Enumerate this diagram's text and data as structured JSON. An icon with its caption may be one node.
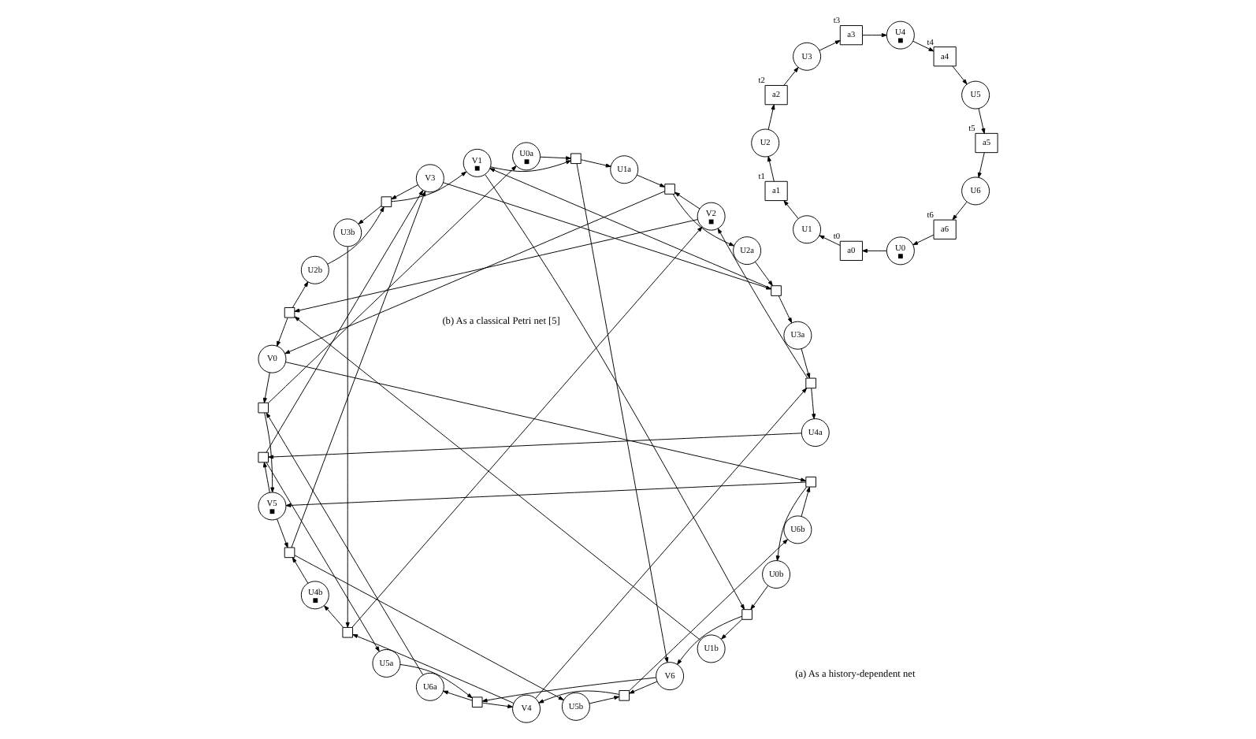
{
  "diagram": {
    "nodes": [
      {
        "text": [
          "U6"
        ]
      },
      {
        "text": [
          "a6"
        ],
        "beside": [
          "t6"
        ]
      },
      {
        "text": [
          "U0"
        ]
      },
      {
        "text": [
          "a5"
        ],
        "beside": [
          "t5"
        ]
      },
      {
        "text": [
          "a0"
        ],
        "beside": [
          "t0"
        ]
      },
      {
        "text": [
          "U5"
        ]
      },
      {
        "text": [
          "U1"
        ]
      },
      {
        "text": [
          "a4"
        ],
        "beside": [
          "t4"
        ]
      },
      {
        "text": [
          "a1"
        ],
        "beside": [
          "t1"
        ]
      },
      {
        "text": [
          "U4"
        ]
      },
      {
        "text": [
          "U2"
        ]
      },
      {
        "text": [
          "a3"
        ],
        "beside": [
          "t3"
        ]
      },
      {
        "text": [
          "U3"
        ]
      },
      {
        "text": [
          "a2"
        ],
        "beside": [
          "t2"
        ]
      },
      {
        "text": [],
        "shape": "box"
      },
      {
        "text": [
          "U6b"
        ]
      },
      {
        "text": [
          "U0b"
        ]
      },
      {
        "text": [
          "V6"
        ]
      },
      {
        "text": [],
        "shape": "box"
      },
      {
        "text": [],
        "shape": "box"
      },
      {
        "text": [
          "V5"
        ]
      },
      {
        "text": [],
        "shape": "box"
      },
      {
        "text": [
          "V0"
        ]
      },
      {
        "text": [
          "U6a"
        ]
      },
      {
        "text": [
          "U0a"
        ]
      },
      {
        "text": [],
        "shape": "box"
      },
      {
        "text": [],
        "shape": "box"
      },
      {
        "text": [
          "U5b"
        ]
      },
      {
        "text": [
          "U1b"
        ]
      },
      {
        "text": [
          "U5a"
        ]
      },
      {
        "text": [
          "U1a"
        ]
      },
      {
        "text": [
          "V4"
        ]
      },
      {
        "text": [],
        "shape": "box"
      },
      {
        "text": [],
        "shape": "box"
      },
      {
        "text": [
          "V1"
        ]
      },
      {
        "text": [],
        "shape": "box"
      },
      {
        "text": [],
        "shape": "box"
      },
      {
        "text": [
          "U4a"
        ]
      },
      {
        "text": [
          "U2a"
        ]
      },
      {
        "text": [
          "U3a"
        ]
      },
      {
        "text": [],
        "shape": "box"
      },
      {
        "text": [],
        "shape": "box"
      },
      {
        "text": [
          "U4b"
        ]
      },
      {
        "text": [
          "U2b"
        ]
      },
      {
        "text": [
          "V3"
        ]
      },
      {
        "text": [
          "V2"
        ]
      },
      {
        "text": [],
        "shape": "box"
      },
      {
        "text": [],
        "shape": "box"
      },
      {
        "text": [
          "U3b"
        ]
      }
    ],
    "edges": [
      {
        "from": 0,
        "to": 1,
        "arrow": "to"
      },
      {
        "from": 1,
        "to": 2,
        "arrow": "to"
      },
      {
        "from": 2,
        "to": 4,
        "arrow": "to"
      },
      {
        "from": 4,
        "to": 6,
        "arrow": "to"
      },
      {
        "from": 6,
        "to": 8,
        "arrow": "to"
      },
      {
        "from": 8,
        "to": 10,
        "arrow": "to"
      },
      {
        "from": 10,
        "to": 13,
        "arrow": "to"
      },
      {
        "from": 13,
        "to": 12,
        "arrow": "to"
      },
      {
        "from": 12,
        "to": 11,
        "arrow": "to"
      },
      {
        "from": 11,
        "to": 9,
        "arrow": "to"
      },
      {
        "from": 9,
        "to": 7,
        "arrow": "to"
      },
      {
        "from": 7,
        "to": 5,
        "arrow": "to"
      },
      {
        "from": 5,
        "to": 3,
        "arrow": "to"
      },
      {
        "from": 3,
        "to": 0,
        "arrow": "to"
      },
      {
        "from": 16,
        "to": 19,
        "arrow": "to"
      },
      {
        "from": 19,
        "to": 28,
        "arrow": "to"
      },
      {
        "from": 28,
        "to": 36,
        "arrow": "to"
      },
      {
        "from": 36,
        "to": 43,
        "arrow": "to"
      },
      {
        "from": 43,
        "to": 47,
        "arrow": "to"
      },
      {
        "from": 47,
        "to": 48,
        "arrow": "to"
      },
      {
        "from": 48,
        "to": 46,
        "arrow": "to"
      },
      {
        "from": 46,
        "to": 42,
        "arrow": "to"
      },
      {
        "from": 42,
        "to": 35,
        "arrow": "to"
      },
      {
        "from": 35,
        "to": 27,
        "arrow": "to"
      },
      {
        "from": 27,
        "to": 18,
        "arrow": "to"
      },
      {
        "from": 18,
        "to": 15,
        "arrow": "to"
      },
      {
        "from": 15,
        "to": 14,
        "arrow": "to"
      },
      {
        "from": 14,
        "to": 16,
        "arrow": "to"
      },
      {
        "from": 24,
        "to": 26,
        "arrow": "to"
      },
      {
        "from": 26,
        "to": 30,
        "arrow": "to"
      },
      {
        "from": 30,
        "to": 33,
        "arrow": "to"
      },
      {
        "from": 33,
        "to": 38,
        "arrow": "to"
      },
      {
        "from": 38,
        "to": 41,
        "arrow": "to"
      },
      {
        "from": 41,
        "to": 39,
        "arrow": "to"
      },
      {
        "from": 39,
        "to": 40,
        "arrow": "to"
      },
      {
        "from": 40,
        "to": 37,
        "arrow": "to"
      },
      {
        "from": 37,
        "to": 32,
        "arrow": "to"
      },
      {
        "from": 32,
        "to": 29,
        "arrow": "to"
      },
      {
        "from": 29,
        "to": 25,
        "arrow": "to"
      },
      {
        "from": 25,
        "to": 23,
        "arrow": "to"
      },
      {
        "from": 23,
        "to": 21,
        "arrow": "to"
      },
      {
        "from": 21,
        "to": 24,
        "arrow": "to"
      },
      {
        "from": 36,
        "to": 22,
        "arrow": "to"
      },
      {
        "from": 33,
        "to": 22,
        "arrow": "to"
      },
      {
        "from": 22,
        "to": 14,
        "arrow": "to"
      },
      {
        "from": 22,
        "to": 21,
        "arrow": "to"
      },
      {
        "from": 47,
        "to": 34,
        "arrow": "to"
      },
      {
        "from": 41,
        "to": 34,
        "arrow": "to"
      },
      {
        "from": 34,
        "to": 19,
        "arrow": "to"
      },
      {
        "from": 34,
        "to": 26,
        "arrow": "to"
      },
      {
        "from": 46,
        "to": 45,
        "arrow": "to"
      },
      {
        "from": 40,
        "to": 45,
        "arrow": "to"
      },
      {
        "from": 45,
        "to": 36,
        "arrow": "to"
      },
      {
        "from": 45,
        "to": 33,
        "arrow": "to"
      },
      {
        "from": 35,
        "to": 44,
        "arrow": "to"
      },
      {
        "from": 32,
        "to": 44,
        "arrow": "to"
      },
      {
        "from": 44,
        "to": 47,
        "arrow": "to"
      },
      {
        "from": 44,
        "to": 41,
        "arrow": "to"
      },
      {
        "from": 18,
        "to": 31,
        "arrow": "to"
      },
      {
        "from": 25,
        "to": 31,
        "arrow": "to"
      },
      {
        "from": 31,
        "to": 46,
        "arrow": "to"
      },
      {
        "from": 31,
        "to": 40,
        "arrow": "to"
      },
      {
        "from": 14,
        "to": 20,
        "arrow": "to"
      },
      {
        "from": 21,
        "to": 20,
        "arrow": "to"
      },
      {
        "from": 20,
        "to": 35,
        "arrow": "to"
      },
      {
        "from": 20,
        "to": 32,
        "arrow": "to"
      },
      {
        "from": 19,
        "to": 17,
        "arrow": "to"
      },
      {
        "from": 26,
        "to": 17,
        "arrow": "to"
      },
      {
        "from": 17,
        "to": 18,
        "arrow": "to"
      },
      {
        "from": 17,
        "to": 25,
        "arrow": "to"
      }
    ],
    "labels": [
      "(a) As a history-dependent net",
      "(b) As a classical Petri net [5]"
    ]
  }
}
